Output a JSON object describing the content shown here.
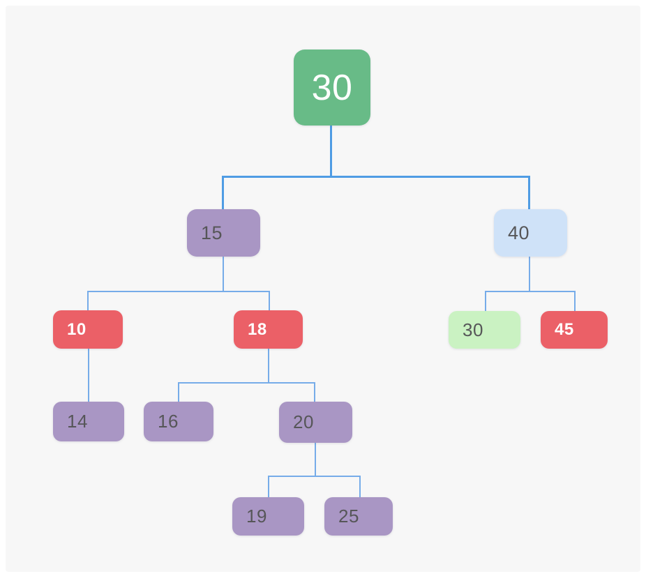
{
  "app": {
    "background": "#ffffff",
    "panel_background": "#f7f7f7"
  },
  "tree": {
    "type": "binary-tree-visualization",
    "nodes": [
      {
        "id": "root-30",
        "value": "30",
        "level": 0,
        "parent": null,
        "bg": "#68bb87",
        "fg": "#ffffff"
      },
      {
        "id": "n15",
        "value": "15",
        "level": 1,
        "parent": "root-30",
        "bg": "#a996c4",
        "fg": "#565658"
      },
      {
        "id": "n40",
        "value": "40",
        "level": 1,
        "parent": "root-30",
        "bg": "#cfe2f8",
        "fg": "#565658"
      },
      {
        "id": "n10",
        "value": "10",
        "level": 2,
        "parent": "n15",
        "bg": "#eb6067",
        "fg": "#ffffff"
      },
      {
        "id": "n18",
        "value": "18",
        "level": 2,
        "parent": "n15",
        "bg": "#eb6067",
        "fg": "#ffffff"
      },
      {
        "id": "n30",
        "value": "30",
        "level": 2,
        "parent": "n40",
        "bg": "#caf2c2",
        "fg": "#565658"
      },
      {
        "id": "n45",
        "value": "45",
        "level": 2,
        "parent": "n40",
        "bg": "#eb6067",
        "fg": "#ffffff"
      },
      {
        "id": "n14",
        "value": "14",
        "level": 3,
        "parent": "n10",
        "bg": "#a996c4",
        "fg": "#565658"
      },
      {
        "id": "n16",
        "value": "16",
        "level": 3,
        "parent": "n18",
        "bg": "#a996c4",
        "fg": "#565658"
      },
      {
        "id": "n20",
        "value": "20",
        "level": 3,
        "parent": "n18",
        "bg": "#a996c4",
        "fg": "#565658"
      },
      {
        "id": "n19",
        "value": "19",
        "level": 4,
        "parent": "n20",
        "bg": "#a996c4",
        "fg": "#565658"
      },
      {
        "id": "n25",
        "value": "25",
        "level": 4,
        "parent": "n20",
        "bg": "#a996c4",
        "fg": "#565658"
      }
    ],
    "connector_colors": {
      "level1": "#4f9ce4",
      "other": "#76ace9"
    }
  }
}
